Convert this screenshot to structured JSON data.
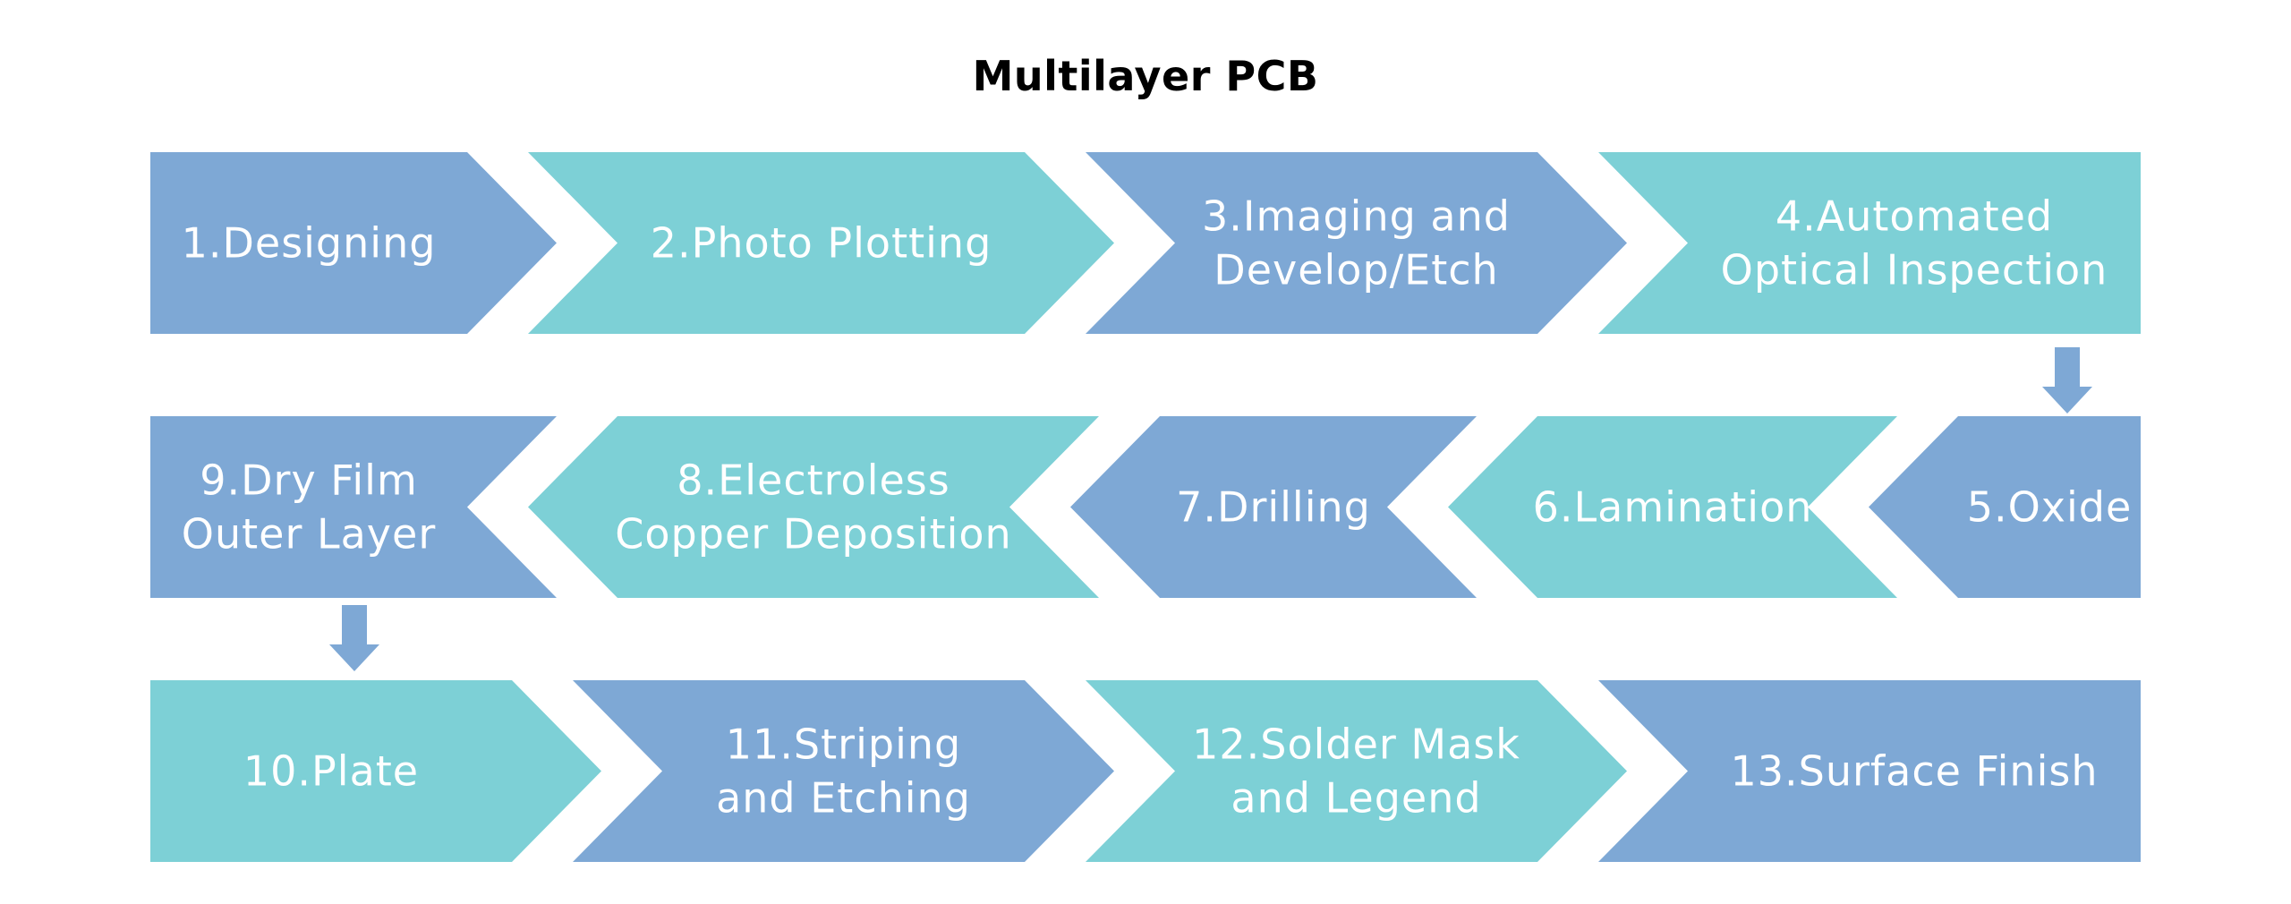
{
  "title": "Multilayer PCB",
  "colors": {
    "blue": "#7ea8d5",
    "teal": "#7dd0d6",
    "text": "#ffffff"
  },
  "steps": [
    {
      "id": 1,
      "label": "1.Designing",
      "color": "blue"
    },
    {
      "id": 2,
      "label": "2.Photo Plotting",
      "color": "teal"
    },
    {
      "id": 3,
      "label": "3.Imaging and\nDevelop/Etch",
      "color": "blue"
    },
    {
      "id": 4,
      "label": "4.Automated\nOptical Inspection",
      "color": "teal"
    },
    {
      "id": 5,
      "label": "5.Oxide",
      "color": "blue"
    },
    {
      "id": 6,
      "label": "6.Lamination",
      "color": "teal"
    },
    {
      "id": 7,
      "label": "7.Drilling",
      "color": "blue"
    },
    {
      "id": 8,
      "label": "8.Electroless\nCopper Deposition",
      "color": "teal"
    },
    {
      "id": 9,
      "label": "9.Dry Film\nOuter Layer",
      "color": "blue"
    },
    {
      "id": 10,
      "label": "10.Plate",
      "color": "teal"
    },
    {
      "id": 11,
      "label": "11.Striping\nand Etching",
      "color": "blue"
    },
    {
      "id": 12,
      "label": "12.Solder Mask\nand Legend",
      "color": "teal"
    },
    {
      "id": 13,
      "label": "13.Surface Finish",
      "color": "blue"
    }
  ]
}
